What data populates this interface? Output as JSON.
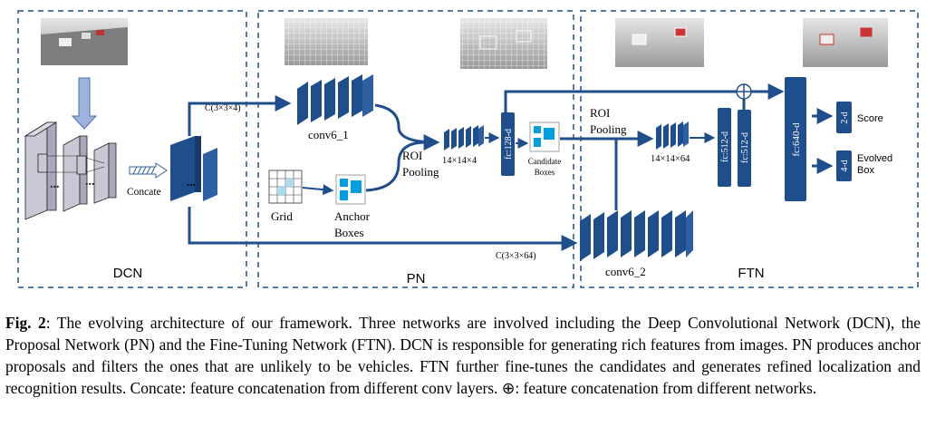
{
  "diagram": {
    "sections": {
      "dcn": "DCN",
      "pn": "PN",
      "ftn": "FTN"
    },
    "labels": {
      "concate": "Concate",
      "c334": "C(3×3×4)",
      "c3364": "C(3×3×64)",
      "conv6_1": "conv6_1",
      "conv6_2": "conv6_2",
      "grid": "Grid",
      "anchor_boxes_1": "Anchor",
      "anchor_boxes_2": "Boxes",
      "roi_pooling_pn_1": "ROI",
      "roi_pooling_pn_2": "Pooling",
      "dim_14x14x4": "14×14×4",
      "fc128": "fc:128-d",
      "candidate_1": "Candidate",
      "candidate_2": "Boxes",
      "roi_pooling_ftn_1": "ROI",
      "roi_pooling_ftn_2": "Pooling",
      "dim_14x14x64": "14×14×64",
      "fc512_a": "fc:512-d",
      "fc512_b": "fc:512-d",
      "fc640": "fc:640-d",
      "score_dim": "2-d",
      "score": "Score",
      "evolved_dim": "4-d",
      "evolved_1": "Evolved",
      "evolved_2": "Box",
      "dots": "..."
    },
    "colors": {
      "dark_blue": "#1f4e8c",
      "mid_blue": "#2e5fa3",
      "light_blue": "#b4c6e7",
      "grey_block": "#c9c9d6",
      "dashed_border": "#1f4e8c",
      "cyan": "#00a0e0"
    },
    "icons": [
      "car-photo-icon",
      "grid-icon",
      "anchor-boxes-icon",
      "candidate-boxes-icon",
      "concat-plus-icon"
    ]
  },
  "caption": {
    "fig_number": "Fig. 2",
    "text": ": The evolving architecture of our framework. Three networks are involved including the Deep Convolutional Network (DCN), the Proposal Network (PN) and the Fine-Tuning Network (FTN). DCN is responsible for generating rich features from images. PN produces anchor proposals and filters the ones that are unlikely to be vehicles. FTN further fine-tunes the candidates and generates refined localization and recognition results. Concate: feature concatenation from different conv layers. ⊕: feature concatenation from different networks."
  }
}
